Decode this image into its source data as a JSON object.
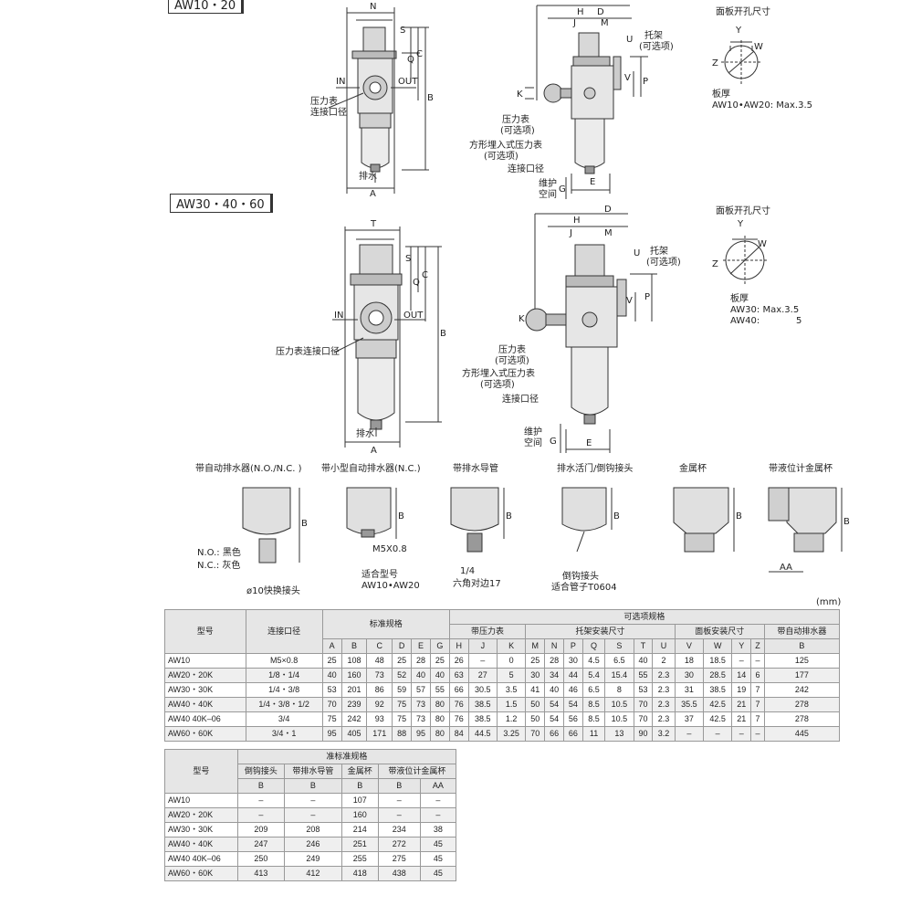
{
  "sections": {
    "top": "AW10・20",
    "mid": "AW30・40・60"
  },
  "labels": {
    "n": "N",
    "t": "T",
    "s": "S",
    "q": "Q",
    "c": "C",
    "b": "B",
    "a": "A",
    "in": "IN",
    "out": "OUT",
    "gauge_port": "压力表",
    "gauge_port2": "连接口径",
    "drain": "排水",
    "h": "H",
    "j": "J",
    "d": "D",
    "m": "M",
    "u": "U",
    "p": "P",
    "v": "V",
    "k": "K",
    "e": "E",
    "g": "G",
    "bracket": "托架",
    "optional": "(可选项)",
    "gauge": "压力表",
    "gauge_opt": "(可选项)",
    "square_gauge": "方形埋入式压力表",
    "square_opt": "(可选项)",
    "port": "连接口径",
    "maint1": "维护",
    "maint2": "空间",
    "panel": "面板开孔尺寸",
    "y": "Y",
    "z": "Z",
    "w": "W",
    "thickness": "板厚",
    "top_thick": "AW10•AW20: Max.3.5",
    "mid_gauge_port": "压力表连接口径",
    "aw30": "AW30: Max.3.5",
    "aw40": "AW40:",
    "aw40v": "5"
  },
  "options": {
    "auto_drain": "带自动排水器(N.O./N.C. )",
    "no": "N.O.: 黑色",
    "nc": "N.C.: 灰色",
    "quick": "ø10快换接头",
    "mini_drain": "带小型自动排水器(N.C.)",
    "m5": "M5X0.8",
    "fit": "适合型号",
    "fit_models": "AW10•AW20",
    "drain_tube": "带排水导管",
    "quarter": "1/4",
    "hex": "六角对边17",
    "drain_valve": "排水活门/倒钩接头",
    "barb": "倒钩接头",
    "tube": "适合管子T0604",
    "metal": "金属杯",
    "level": "带液位计金属杯",
    "aa": "AA",
    "bb": "B"
  },
  "unit": "(mm)",
  "table1": {
    "h_model": "型号",
    "h_port": "连接口径",
    "h_std": "标准规格",
    "h_opt": "可选项规格",
    "h_gauge": "带压力表",
    "h_bracket": "托架安装尺寸",
    "h_panel": "面板安装尺寸",
    "h_auto": "带自动排水器",
    "cols": [
      "A",
      "B",
      "C",
      "D",
      "E",
      "G",
      "H",
      "J",
      "K",
      "M",
      "N",
      "P",
      "Q",
      "S",
      "T",
      "U",
      "V",
      "W",
      "Y",
      "Z",
      "B"
    ],
    "rows": [
      {
        "model": "AW10",
        "port": "M5×0.8",
        "v": [
          "25",
          "108",
          "48",
          "25",
          "28",
          "25",
          "26",
          "–",
          "0",
          "25",
          "28",
          "30",
          "4.5",
          "6.5",
          "40",
          "2",
          "18",
          "18.5",
          "–",
          "–",
          "125"
        ]
      },
      {
        "model": "AW20・20K",
        "port": "1/8・1/4",
        "v": [
          "40",
          "160",
          "73",
          "52",
          "40",
          "40",
          "63",
          "27",
          "5",
          "30",
          "34",
          "44",
          "5.4",
          "15.4",
          "55",
          "2.3",
          "30",
          "28.5",
          "14",
          "6",
          "177"
        ]
      },
      {
        "model": "AW30・30K",
        "port": "1/4・3/8",
        "v": [
          "53",
          "201",
          "86",
          "59",
          "57",
          "55",
          "66",
          "30.5",
          "3.5",
          "41",
          "40",
          "46",
          "6.5",
          "8",
          "53",
          "2.3",
          "31",
          "38.5",
          "19",
          "7",
          "242"
        ]
      },
      {
        "model": "AW40・40K",
        "port": "1/4・3/8・1/2",
        "v": [
          "70",
          "239",
          "92",
          "75",
          "73",
          "80",
          "76",
          "38.5",
          "1.5",
          "50",
          "54",
          "54",
          "8.5",
          "10.5",
          "70",
          "2.3",
          "35.5",
          "42.5",
          "21",
          "7",
          "278"
        ]
      },
      {
        "model": "AW40 40K–06",
        "port": "3/4",
        "v": [
          "75",
          "242",
          "93",
          "75",
          "73",
          "80",
          "76",
          "38.5",
          "1.2",
          "50",
          "54",
          "56",
          "8.5",
          "10.5",
          "70",
          "2.3",
          "37",
          "42.5",
          "21",
          "7",
          "278"
        ]
      },
      {
        "model": "AW60・60K",
        "port": "3/4・1",
        "v": [
          "95",
          "405",
          "171",
          "88",
          "95",
          "80",
          "84",
          "44.5",
          "3.25",
          "70",
          "66",
          "66",
          "11",
          "13",
          "90",
          "3.2",
          "–",
          "–",
          "–",
          "–",
          "445"
        ]
      }
    ]
  },
  "table2": {
    "h_model": "型号",
    "h_semi": "准标准规格",
    "h_cols": [
      "倒钩接头",
      "带排水导管",
      "金属杯",
      "带液位计金属杯"
    ],
    "sub": [
      "B",
      "B",
      "B",
      "B",
      "AA"
    ],
    "rows": [
      {
        "model": "AW10",
        "v": [
          "–",
          "–",
          "107",
          "–",
          "–"
        ]
      },
      {
        "model": "AW20・20K",
        "v": [
          "–",
          "–",
          "160",
          "–",
          "–"
        ]
      },
      {
        "model": "AW30・30K",
        "v": [
          "209",
          "208",
          "214",
          "234",
          "38"
        ]
      },
      {
        "model": "AW40・40K",
        "v": [
          "247",
          "246",
          "251",
          "272",
          "45"
        ]
      },
      {
        "model": "AW40 40K–06",
        "v": [
          "250",
          "249",
          "255",
          "275",
          "45"
        ]
      },
      {
        "model": "AW60・60K",
        "v": [
          "413",
          "412",
          "418",
          "438",
          "45"
        ]
      }
    ]
  }
}
